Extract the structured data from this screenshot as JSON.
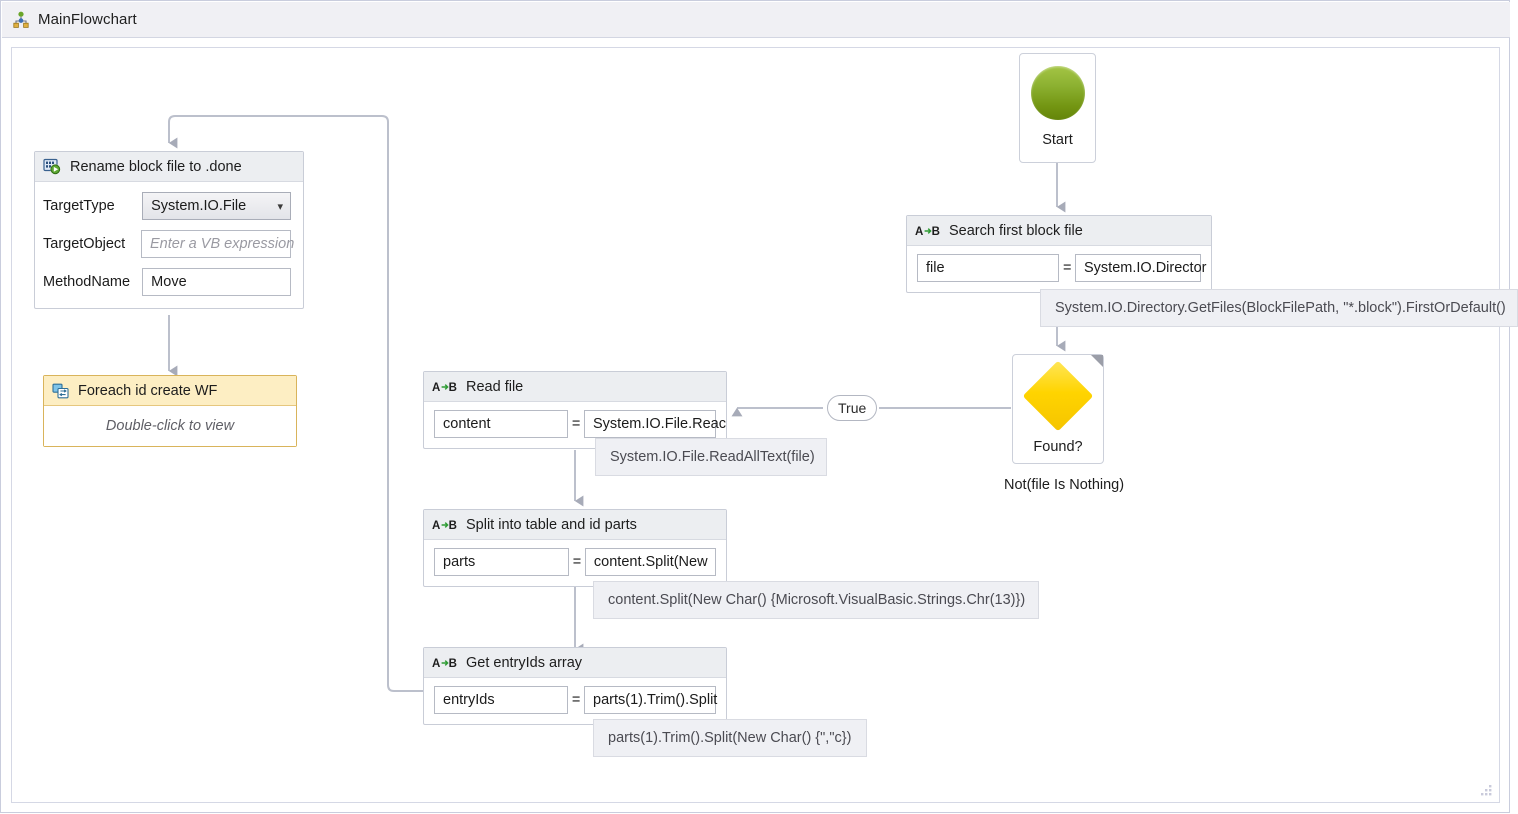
{
  "window": {
    "breadcrumb": "MainFlowchart",
    "breadcrumb_icon": "flowchart-icon",
    "resize_grip_icon": "resize-grip-icon"
  },
  "flowchart": {
    "start": {
      "label": "Start",
      "icon": "start-circle-icon"
    },
    "search_block": {
      "title": "Search first block file",
      "icon": "assign-ab-icon",
      "variable": "file",
      "operator": "=",
      "value": "System.IO.Director",
      "tooltip": "System.IO.Directory.GetFiles(BlockFilePath, \"*.block\").FirstOrDefault()"
    },
    "decision": {
      "label": "Found?",
      "condition": "Not(file Is Nothing)",
      "icon": "decision-diamond-icon",
      "branch_true": "True"
    },
    "read_file": {
      "title": "Read file",
      "icon": "assign-ab-icon",
      "variable": "content",
      "operator": "=",
      "value": "System.IO.File.Reac",
      "tooltip": "System.IO.File.ReadAllText(file)"
    },
    "split_parts": {
      "title": "Split into table and id parts",
      "icon": "assign-ab-icon",
      "variable": "parts",
      "operator": "=",
      "value": "content.Split(New ",
      "tooltip": "content.Split(New Char() {Microsoft.VisualBasic.Strings.Chr(13)})"
    },
    "entry_ids": {
      "title": "Get entryIds array",
      "icon": "assign-ab-icon",
      "variable": "entryIds",
      "operator": "=",
      "value": "parts(1).Trim().Split",
      "tooltip": "parts(1).Trim().Split(New Char() {\",\"c})"
    },
    "rename_block": {
      "title": "Rename block file to .done",
      "icon": "invoke-method-icon",
      "fields": [
        {
          "label": "TargetType",
          "kind": "combo",
          "value": "System.IO.File",
          "placeholder": ""
        },
        {
          "label": "TargetObject",
          "kind": "textbox",
          "value": "",
          "placeholder": "Enter a VB expression"
        },
        {
          "label": "MethodName",
          "kind": "textbox",
          "value": "Move",
          "placeholder": ""
        }
      ]
    },
    "foreach": {
      "title": "Foreach id create WF",
      "icon": "foreach-activity-icon",
      "body": "Double-click to view"
    }
  },
  "colors": {
    "start_green_light": "#a4c545",
    "start_green_dark": "#64850a",
    "decision_yellow": "#ffd400",
    "foreach_amber_header": "#fdeec3",
    "foreach_amber_border": "#d9b45b",
    "node_header_grey": "#eceef1",
    "connector_grey": "#b9bdc9",
    "tooltip_bg": "#eff0f4"
  }
}
